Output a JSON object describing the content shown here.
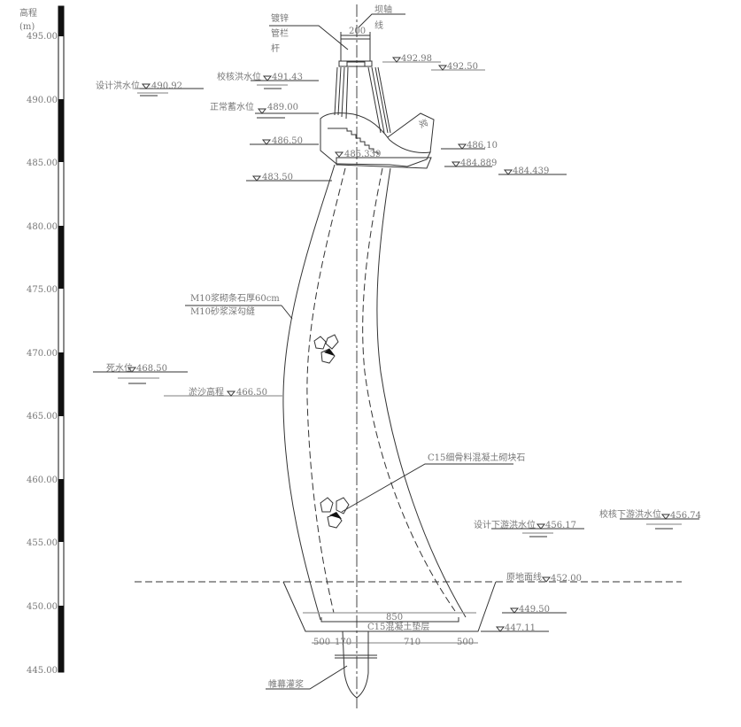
{
  "axis": {
    "title": "高程",
    "unit": "(m)",
    "ticks": [
      "495.00",
      "490.00",
      "485.00",
      "480.00",
      "475.00",
      "470.00",
      "465.00",
      "460.00",
      "455.00",
      "450.00",
      "445.00"
    ]
  },
  "levels": {
    "design_flood": {
      "label": "设计洪水位",
      "value": "490.92"
    },
    "check_flood": {
      "label": "校核洪水位",
      "value": "491.43"
    },
    "normal_pool": {
      "label": "正常蓄水位",
      "value": "489.00"
    },
    "dead_level": {
      "label": "死水位",
      "value": "468.50"
    },
    "silt_level": {
      "label": "淤沙高程",
      "value": "466.50"
    },
    "design_downstream": {
      "label": "设计下游洪水位",
      "value": "456.17"
    },
    "check_downstream": {
      "label": "校核下游洪水位",
      "value": "456.74"
    },
    "ground_line": {
      "label": "原地面线",
      "value": "452.00"
    },
    "e486_50": {
      "value": "486.50"
    },
    "e485_339": {
      "value": "485.339"
    },
    "e483_50": {
      "value": "483.50"
    },
    "e492_98": {
      "value": "492.98"
    },
    "e492_50": {
      "value": "492.50"
    },
    "e486_10": {
      "value": "486.10"
    },
    "e484_889": {
      "value": "484.889"
    },
    "e484_439": {
      "value": "484.439"
    },
    "e449_50": {
      "value": "449.50"
    },
    "e447_11": {
      "value": "447.11"
    }
  },
  "annotations": {
    "railing": [
      "镀锌",
      "管栏",
      "杆"
    ],
    "dam_axis": [
      "坝轴",
      "线"
    ],
    "crest_width": "200",
    "masonry_1": "M10浆砌条石厚60cm",
    "masonry_2": "M10砂浆深勾缝",
    "core": "C15细骨料混凝土砌块石",
    "cushion": "C15混凝土垫层",
    "grout": "帷幕灌浆",
    "splash": "浆",
    "dims": {
      "base": "850",
      "d1": "500",
      "d2": "170",
      "d3": "710",
      "d4": "500"
    }
  }
}
